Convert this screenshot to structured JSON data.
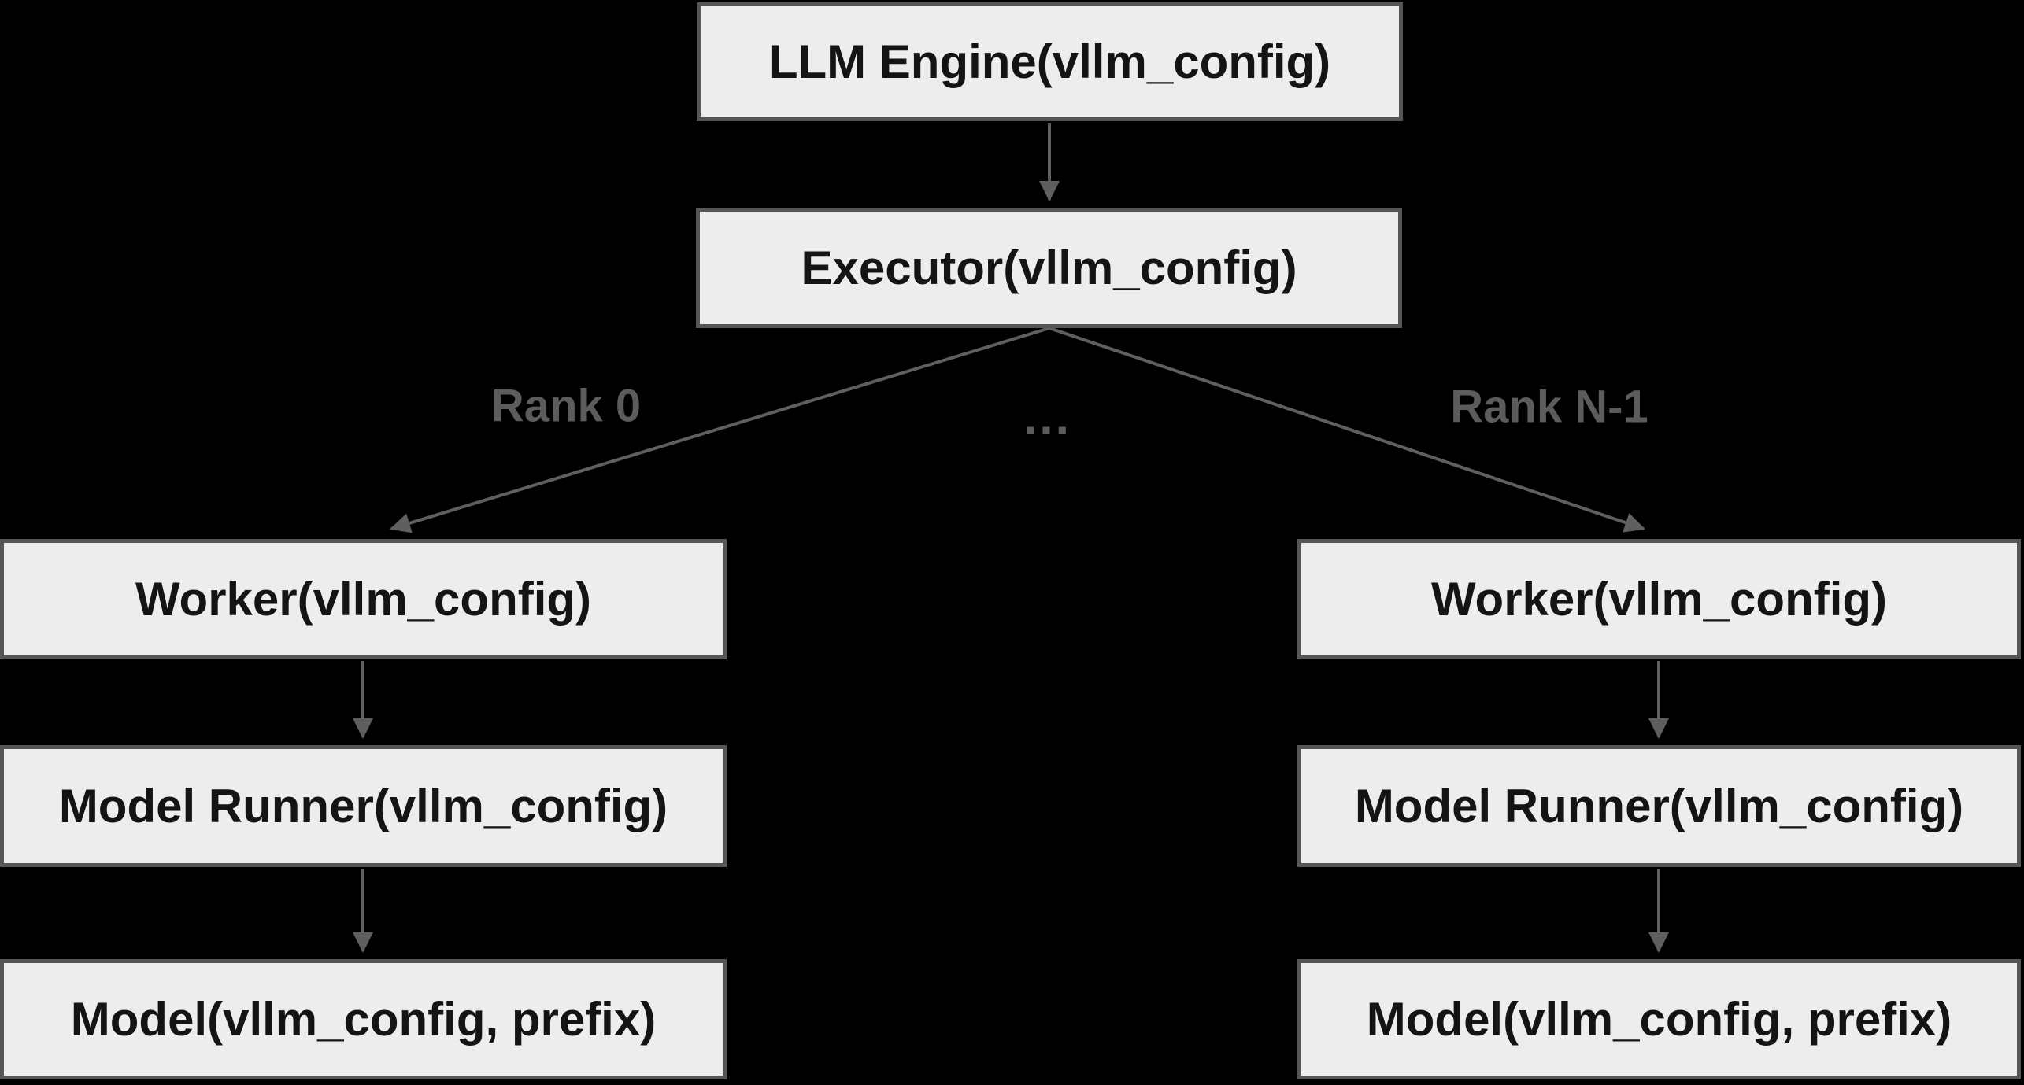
{
  "diagram": {
    "description": "vLLM architecture hierarchy diagram",
    "colors": {
      "background": "#000000",
      "node_fill": "#ededed",
      "node_border": "#565656",
      "node_text": "#141414",
      "edge": "#5f5f5f",
      "edge_label": "#5c5c5c"
    },
    "nodes": {
      "llm_engine": "LLM Engine(vllm_config)",
      "executor": "Executor(vllm_config)",
      "worker_left": "Worker(vllm_config)",
      "model_runner_left": "Model Runner(vllm_config)",
      "model_left": "Model(vllm_config, prefix)",
      "worker_right": "Worker(vllm_config)",
      "model_runner_right": "Model Runner(vllm_config)",
      "model_right": "Model(vllm_config, prefix)"
    },
    "edge_labels": {
      "rank_0": "Rank 0",
      "ellipsis": "…",
      "rank_n_1": "Rank N-1"
    }
  }
}
